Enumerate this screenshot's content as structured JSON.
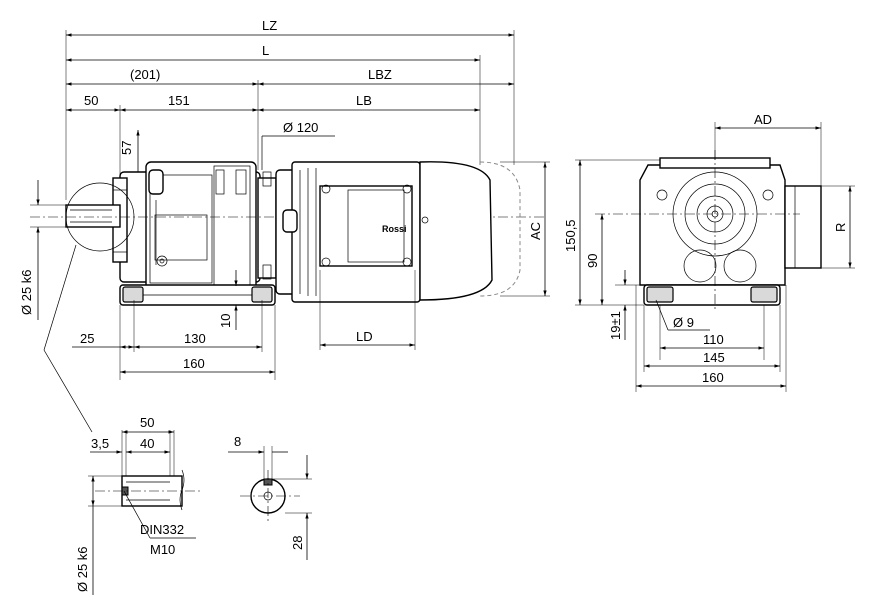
{
  "dimensions": {
    "LZ": "LZ",
    "L": "L",
    "d201": "(201)",
    "LBZ": "LBZ",
    "d50": "50",
    "d151": "151",
    "LB": "LB",
    "d57": "57",
    "phi120": "Ø 120",
    "AC": "AC",
    "shaft_dia": "Ø 25 k6",
    "d10": "10",
    "d25": "25",
    "d130": "130",
    "d160": "160",
    "LD": "LD",
    "AD": "AD",
    "d150_5": "150,5",
    "R": "R",
    "d90": "90",
    "d19": "19±1",
    "phi9": "Ø 9",
    "d110": "110",
    "d145": "145",
    "d160_side": "160",
    "det_50": "50",
    "det_3_5": "3,5",
    "det_40": "40",
    "det_8": "8",
    "din": "DIN332",
    "m10": "M10",
    "det_shaft_dia": "Ø 25 k6",
    "det_28": "28"
  },
  "logo_text": "Rossi"
}
